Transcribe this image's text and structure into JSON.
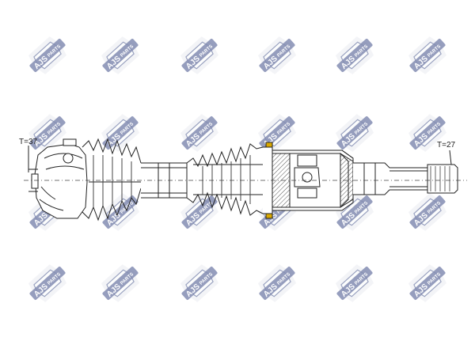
{
  "watermark": {
    "brand": "AJS",
    "suffix": "PARTS",
    "color": "#1d2f73",
    "shield_fill": "#d8dbe6",
    "icon": "ajs-parts-logo"
  },
  "diagram": {
    "subject": "cv-drive-shaft",
    "left_spline_label": "T=37",
    "right_spline_label": "T=27",
    "line_color": "#222222",
    "accent_color": "#d9a800"
  }
}
